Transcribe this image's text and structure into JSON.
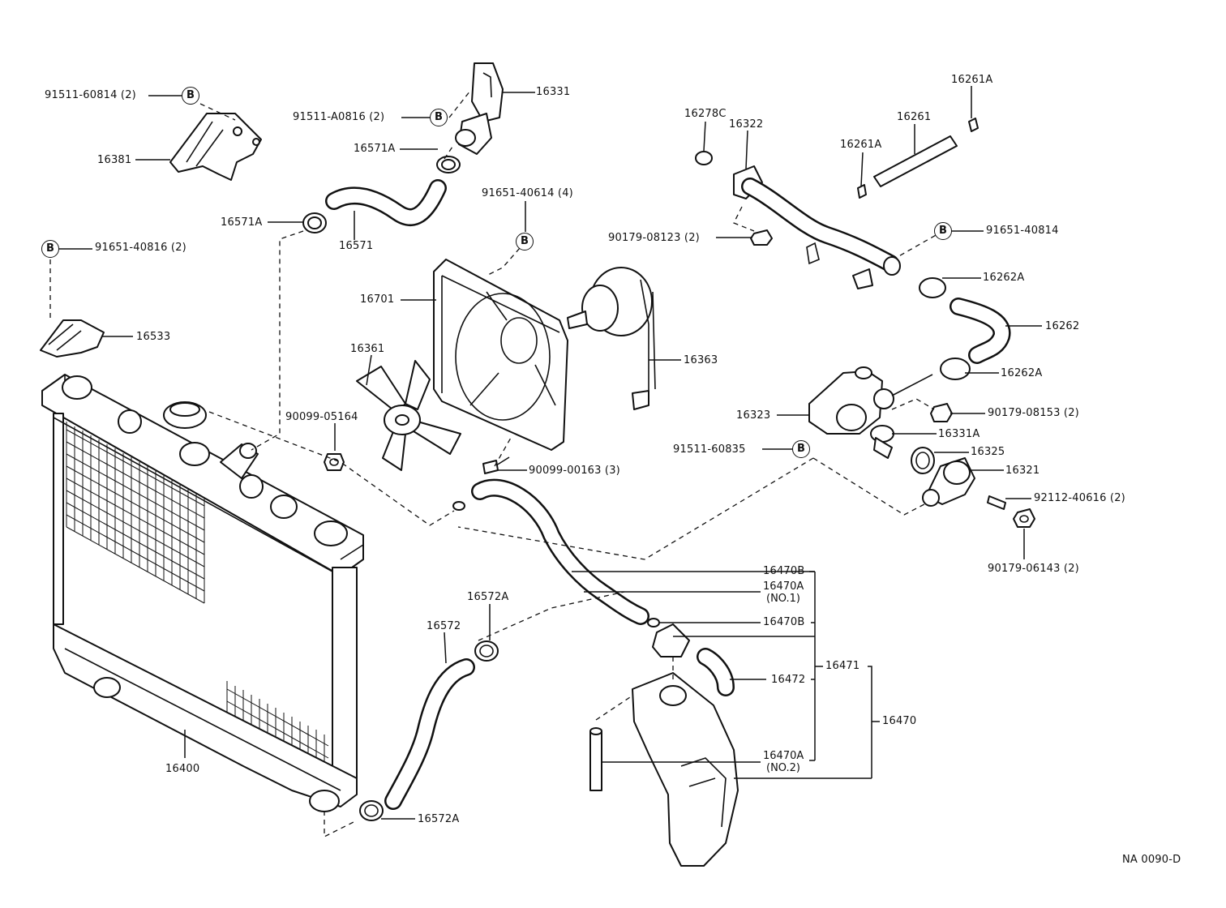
{
  "diagram_code": "NA 0090-D",
  "ref_marker": "B",
  "labels": {
    "p91511_60814": "91511-60814 (2)",
    "p16381": "16381",
    "p91511_A0816": "91511-A0816 (2)",
    "p16331": "16331",
    "p16571A_top": "16571A",
    "p16571A_left": "16571A",
    "p16571": "16571",
    "p91651_40816": "91651-40816 (2)",
    "p16533": "16533",
    "p91651_40614": "91651-40614 (4)",
    "p16701": "16701",
    "p16361": "16361",
    "p16363": "16363",
    "p90099_05164": "90099-05164",
    "p90099_00163": "90099-00163 (3)",
    "p16278C": "16278C",
    "p16322": "16322",
    "p16261": "16261",
    "p16261A_top": "16261A",
    "p16261A_mid": "16261A",
    "p90179_08123": "90179-08123 (2)",
    "p91651_40814": "91651-40814",
    "p16262A_top": "16262A",
    "p16262": "16262",
    "p16262A_bot": "16262A",
    "p16323": "16323",
    "p90179_08153": "90179-08153 (2)",
    "p16331A": "16331A",
    "p91511_60835": "91511-60835",
    "p16325": "16325",
    "p16321": "16321",
    "p92112_40616": "92112-40616 (2)",
    "p90179_06143": "90179-06143 (2)",
    "p16470B_top": "16470B",
    "p16470A_1": "16470A",
    "p16470A_1_sub": "(NO.1)",
    "p16470B_mid": "16470B",
    "p16472": "16472",
    "p16471": "16471",
    "p16470": "16470",
    "p16470A_2": "16470A",
    "p16470A_2_sub": "(NO.2)",
    "p16572A_top": "16572A",
    "p16572": "16572",
    "p16572A_bot": "16572A",
    "p16400": "16400"
  }
}
